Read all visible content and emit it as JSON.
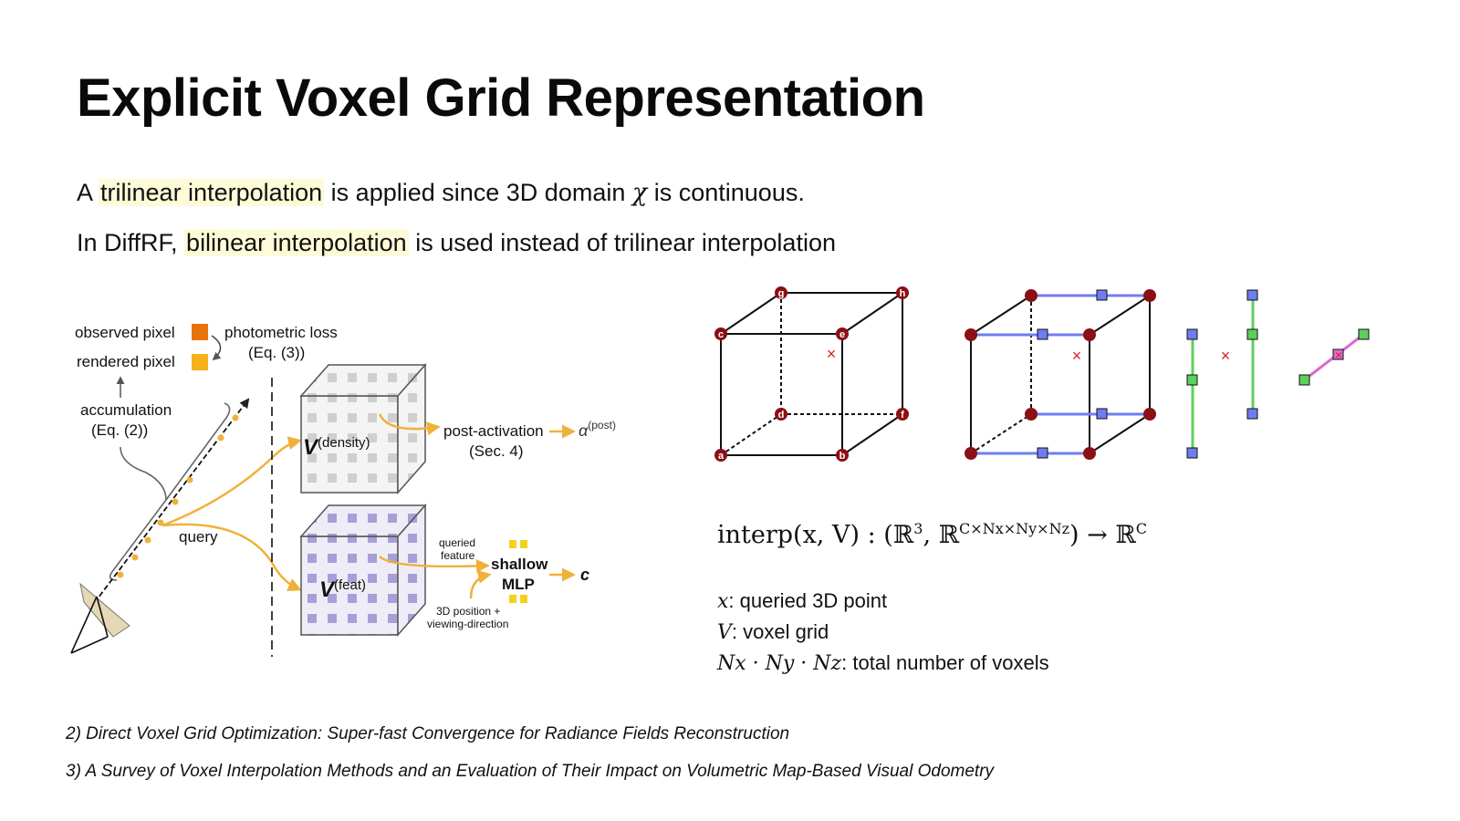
{
  "title": "Explicit Voxel Grid Representation",
  "line1": {
    "prefix": "A ",
    "highlight": "trilinear interpolation",
    "mid": " is applied since 3D domain ",
    "symbol": "χ",
    "suffix": " is continuous."
  },
  "line2": {
    "prefix": "In DiffRF, ",
    "highlight": "bilinear interpolation",
    "suffix": " is used instead of trilinear interpolation"
  },
  "left_figure": {
    "observed_pixel": "observed pixel",
    "rendered_pixel": "rendered pixel",
    "photometric_loss": "photometric loss",
    "eq3": "(Eq. (3))",
    "accumulation": "accumulation",
    "eq2": "(Eq. (2))",
    "v_density": "V",
    "v_density_sup": "(density)",
    "v_feat": "V",
    "v_feat_sup": "(feat)",
    "post_activation": "post-activation",
    "sec4": "(Sec. 4)",
    "alpha": "α",
    "alpha_sup": "(post)",
    "query": "query",
    "queried_feature_1": "queried",
    "queried_feature_2": "feature",
    "shallow": "shallow",
    "mlp": "MLP",
    "c": "c",
    "pos_dir_1": "3D position +",
    "pos_dir_2": "viewing-direction",
    "colors": {
      "observed": "#e8720c",
      "rendered": "#f6b21c",
      "ray": "#f0b13a",
      "density": "#bdbdbd",
      "feat": "#a79fd8"
    }
  },
  "cube_labels": [
    "a",
    "b",
    "c",
    "d",
    "e",
    "f",
    "g",
    "h"
  ],
  "cube_colors": {
    "vertex": "#8b0f14",
    "blue": "#6f7df0",
    "green": "#5ccf5c",
    "pink": "#d86bd0",
    "cross": "#e02020"
  },
  "formula": {
    "lhs": "interp(x, V) : (ℝ",
    "sup1": "3",
    "mid": ", ℝ",
    "sup2": "C×Nx×Ny×Nz",
    "rhs": ") → ℝ",
    "sup3": "C"
  },
  "legend": [
    {
      "sym": "x",
      "text": ": queried 3D point"
    },
    {
      "sym": "V",
      "text": ": voxel grid"
    },
    {
      "sym": "Nx · Ny · Nz",
      "text": ": total number of voxels"
    }
  ],
  "refs": [
    "2) Direct Voxel Grid Optimization: Super-fast Convergence for Radiance Fields Reconstruction",
    "3) A Survey of Voxel Interpolation Methods and an Evaluation of Their Impact on Volumetric Map-Based Visual Odometry"
  ]
}
